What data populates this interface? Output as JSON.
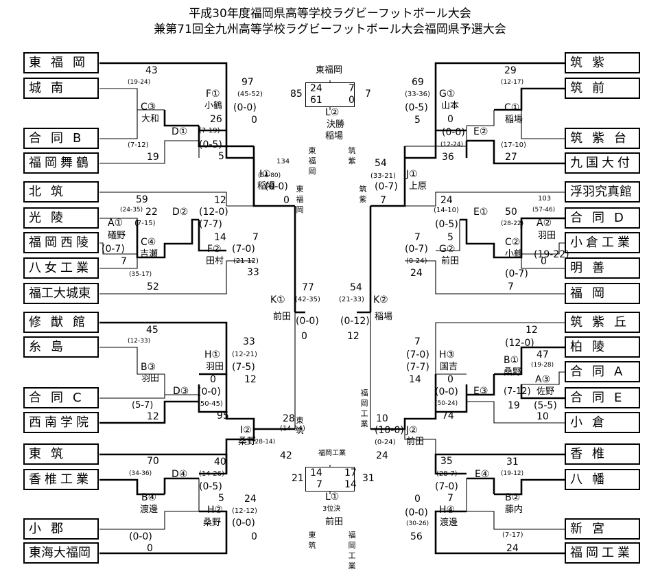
{
  "titles": {
    "line1": "平成30年度福岡県高等学校ラグビーフットボール大会",
    "line2": "兼第71回全九州高等学校ラグビーフットボール大会福岡県予選大会"
  },
  "teams": {
    "left": [
      "東福岡",
      "城南",
      "合同B",
      "福岡舞鶴",
      "北筑",
      "光陵",
      "福岡西陵",
      "八女工業",
      "福工大城東",
      "修猷館",
      "糸島",
      "合同C",
      "西南学院",
      "東筑",
      "香椎工業",
      "小郡",
      "東海大福岡"
    ],
    "right": [
      "筑紫",
      "筑前",
      "筑紫台",
      "九国大付",
      "浮羽究真館",
      "合同D",
      "小倉工業",
      "明善",
      "福岡",
      "筑紫丘",
      "柏陵",
      "合同A",
      "合同E",
      "小倉",
      "香椎",
      "八幡",
      "新宮",
      "福岡工業"
    ]
  },
  "labels": [
    {
      "id": "l1",
      "text": "43"
    },
    {
      "id": "l2",
      "text": "(19-24)"
    },
    {
      "id": "l3",
      "text": "C③"
    },
    {
      "id": "l4",
      "text": "大和"
    },
    {
      "id": "l5",
      "text": "(7-12)"
    },
    {
      "id": "l6",
      "text": "19"
    },
    {
      "id": "l7",
      "text": "97"
    },
    {
      "id": "l8",
      "text": "(45-52)"
    },
    {
      "id": "l9",
      "text": "F①"
    },
    {
      "id": "l10",
      "text": "小鶴"
    },
    {
      "id": "l11",
      "text": "(0-0)"
    },
    {
      "id": "l12",
      "text": "26"
    },
    {
      "id": "l13",
      "text": "0"
    },
    {
      "id": "l14",
      "text": "D①"
    },
    {
      "id": "l15",
      "text": "(7-19)"
    },
    {
      "id": "l16",
      "text": "(0-5)"
    },
    {
      "id": "l17",
      "text": "5"
    },
    {
      "id": "l18",
      "text": "59"
    },
    {
      "id": "l19",
      "text": "(24-35)"
    },
    {
      "id": "l20",
      "text": "A①"
    },
    {
      "id": "l21",
      "text": "礒野"
    },
    {
      "id": "l22",
      "text": "22"
    },
    {
      "id": "l23",
      "text": "(7-15)"
    },
    {
      "id": "l24",
      "text": "(0-7)"
    },
    {
      "id": "l25",
      "text": "C④"
    },
    {
      "id": "l26",
      "text": "吉瀬"
    },
    {
      "id": "l27",
      "text": "7"
    },
    {
      "id": "l28",
      "text": "(35-17)"
    },
    {
      "id": "l29",
      "text": "52"
    },
    {
      "id": "l30",
      "text": "D②"
    },
    {
      "id": "l31",
      "text": "12"
    },
    {
      "id": "l32",
      "text": "(12-0)"
    },
    {
      "id": "l33",
      "text": "(7-7)"
    },
    {
      "id": "l34",
      "text": "14"
    },
    {
      "id": "l35",
      "text": "F②"
    },
    {
      "id": "l36",
      "text": "田村"
    },
    {
      "id": "l37",
      "text": "7"
    },
    {
      "id": "l38",
      "text": "(7-0)"
    },
    {
      "id": "l39",
      "text": "(21-12)"
    },
    {
      "id": "l40",
      "text": "33"
    },
    {
      "id": "l41",
      "text": "134"
    },
    {
      "id": "l42",
      "text": "(54-80)"
    },
    {
      "id": "l43",
      "text": "I①"
    },
    {
      "id": "l44",
      "text": "稲場"
    },
    {
      "id": "l45",
      "text": "(0-0)"
    },
    {
      "id": "l46",
      "text": "0"
    },
    {
      "id": "l47",
      "text": "77"
    },
    {
      "id": "l48",
      "text": "(42-35)"
    },
    {
      "id": "l49",
      "text": "K①"
    },
    {
      "id": "l50",
      "text": "前田"
    },
    {
      "id": "l51",
      "text": "(0-0)"
    },
    {
      "id": "l52",
      "text": "0"
    },
    {
      "id": "l53",
      "text": "45"
    },
    {
      "id": "l54",
      "text": "(12-33)"
    },
    {
      "id": "l55",
      "text": "B③"
    },
    {
      "id": "l56",
      "text": "羽田"
    },
    {
      "id": "l57",
      "text": "(5-7)"
    },
    {
      "id": "l58",
      "text": "12"
    },
    {
      "id": "l59",
      "text": "33"
    },
    {
      "id": "l60",
      "text": "(12-21)"
    },
    {
      "id": "l61",
      "text": "H①"
    },
    {
      "id": "l62",
      "text": "羽田"
    },
    {
      "id": "l63",
      "text": "(7-5)"
    },
    {
      "id": "l64",
      "text": "0"
    },
    {
      "id": "l65",
      "text": "12"
    },
    {
      "id": "l66",
      "text": "D③"
    },
    {
      "id": "l67",
      "text": "(0-0)"
    },
    {
      "id": "l68",
      "text": "(50-45)"
    },
    {
      "id": "l69",
      "text": "95"
    },
    {
      "id": "l70",
      "text": "28"
    },
    {
      "id": "l71",
      "text": "I②"
    },
    {
      "id": "l72",
      "text": "桑野"
    },
    {
      "id": "l73",
      "text": "(14-14)"
    },
    {
      "id": "l74",
      "text": "(28-14)"
    },
    {
      "id": "l75",
      "text": "42"
    },
    {
      "id": "l76",
      "text": "70"
    },
    {
      "id": "l77",
      "text": "(34-36)"
    },
    {
      "id": "l78",
      "text": "D④"
    },
    {
      "id": "l79",
      "text": "B④"
    },
    {
      "id": "l80",
      "text": "渡邊"
    },
    {
      "id": "l81",
      "text": "(0-0)"
    },
    {
      "id": "l82",
      "text": "0"
    },
    {
      "id": "l83",
      "text": "40"
    },
    {
      "id": "l84",
      "text": "(14-26)"
    },
    {
      "id": "l85",
      "text": "(0-5)"
    },
    {
      "id": "l86",
      "text": "5"
    },
    {
      "id": "l87",
      "text": "24"
    },
    {
      "id": "l88",
      "text": "H②"
    },
    {
      "id": "l89",
      "text": "(12-12)"
    },
    {
      "id": "l90",
      "text": "桑野"
    },
    {
      "id": "l91",
      "text": "(0-0)"
    },
    {
      "id": "l92",
      "text": "0"
    },
    {
      "id": "l93",
      "text": "69"
    },
    {
      "id": "l94",
      "text": "(33-36)"
    },
    {
      "id": "l95",
      "text": "G①"
    },
    {
      "id": "l96",
      "text": "山本"
    },
    {
      "id": "l97",
      "text": "(0-5)"
    },
    {
      "id": "l98",
      "text": "0"
    },
    {
      "id": "l99",
      "text": "5"
    },
    {
      "id": "l100",
      "text": "(0-0)"
    },
    {
      "id": "l101",
      "text": "(12-24)"
    },
    {
      "id": "l102",
      "text": "36"
    },
    {
      "id": "l103",
      "text": "29"
    },
    {
      "id": "l104",
      "text": "(12-17)"
    },
    {
      "id": "l105",
      "text": "C①"
    },
    {
      "id": "l106",
      "text": "稲場"
    },
    {
      "id": "l107",
      "text": "E②"
    },
    {
      "id": "l108",
      "text": "(17-10)"
    },
    {
      "id": "l109",
      "text": "27"
    },
    {
      "id": "l110",
      "text": "54"
    },
    {
      "id": "l111",
      "text": "(33-21)"
    },
    {
      "id": "l112",
      "text": "J①"
    },
    {
      "id": "l113",
      "text": "上原"
    },
    {
      "id": "l114",
      "text": "(0-7)"
    },
    {
      "id": "l115",
      "text": "7"
    },
    {
      "id": "l116",
      "text": "24"
    },
    {
      "id": "l117",
      "text": "(14-10)"
    },
    {
      "id": "l118",
      "text": "E①"
    },
    {
      "id": "l119",
      "text": "(0-5)"
    },
    {
      "id": "l120",
      "text": "5"
    },
    {
      "id": "l121",
      "text": "G②"
    },
    {
      "id": "l122",
      "text": "前田"
    },
    {
      "id": "l123",
      "text": "7"
    },
    {
      "id": "l124",
      "text": "(0-7)"
    },
    {
      "id": "l125",
      "text": "(0-24)"
    },
    {
      "id": "l126",
      "text": "24"
    },
    {
      "id": "l127",
      "text": "103"
    },
    {
      "id": "l128",
      "text": "50"
    },
    {
      "id": "l129",
      "text": "(57-46)"
    },
    {
      "id": "l130",
      "text": "(28-22)"
    },
    {
      "id": "l131",
      "text": "A②"
    },
    {
      "id": "l132",
      "text": "羽田"
    },
    {
      "id": "l133",
      "text": "C②"
    },
    {
      "id": "l134",
      "text": "小鶴"
    },
    {
      "id": "l135",
      "text": "(19-22)"
    },
    {
      "id": "l136",
      "text": "0"
    },
    {
      "id": "l137",
      "text": "(0-7)"
    },
    {
      "id": "l138",
      "text": "7"
    },
    {
      "id": "l139",
      "text": "54"
    },
    {
      "id": "l140",
      "text": "(21-33)"
    },
    {
      "id": "l141",
      "text": "K②"
    },
    {
      "id": "l142",
      "text": "稲場"
    },
    {
      "id": "l143",
      "text": "(0-12)"
    },
    {
      "id": "l144",
      "text": "12"
    },
    {
      "id": "l145",
      "text": "7"
    },
    {
      "id": "l146",
      "text": "(7-0)"
    },
    {
      "id": "l147",
      "text": "H③"
    },
    {
      "id": "l148",
      "text": "国吉"
    },
    {
      "id": "l149",
      "text": "(7-7)"
    },
    {
      "id": "l150",
      "text": "0"
    },
    {
      "id": "l151",
      "text": "14"
    },
    {
      "id": "l152",
      "text": "(0-0)"
    },
    {
      "id": "l153",
      "text": "(50-24)"
    },
    {
      "id": "l154",
      "text": "74"
    },
    {
      "id": "l155",
      "text": "12"
    },
    {
      "id": "l156",
      "text": "(12-0)"
    },
    {
      "id": "l157",
      "text": "47"
    },
    {
      "id": "l158",
      "text": "(19-28)"
    },
    {
      "id": "l159",
      "text": "B①"
    },
    {
      "id": "l160",
      "text": "桑野"
    },
    {
      "id": "l161",
      "text": "A③"
    },
    {
      "id": "l162",
      "text": "佐野"
    },
    {
      "id": "l163",
      "text": "E③"
    },
    {
      "id": "l164",
      "text": "(7-12)"
    },
    {
      "id": "l165",
      "text": "19"
    },
    {
      "id": "l166",
      "text": "(5-5)"
    },
    {
      "id": "l167",
      "text": "10"
    },
    {
      "id": "l168",
      "text": "10"
    },
    {
      "id": "l169",
      "text": "(10-0)"
    },
    {
      "id": "l170",
      "text": "J②"
    },
    {
      "id": "l171",
      "text": "前田"
    },
    {
      "id": "l172",
      "text": "(0-24)"
    },
    {
      "id": "l173",
      "text": "24"
    },
    {
      "id": "l174",
      "text": "35"
    },
    {
      "id": "l175",
      "text": "(28-7)"
    },
    {
      "id": "l176",
      "text": "E④"
    },
    {
      "id": "l177",
      "text": "(7-0)"
    },
    {
      "id": "l178",
      "text": "7"
    },
    {
      "id": "l179",
      "text": "0"
    },
    {
      "id": "l180",
      "text": "H④"
    },
    {
      "id": "l181",
      "text": "渡邊"
    },
    {
      "id": "l182",
      "text": "(0-0)"
    },
    {
      "id": "l183",
      "text": "(30-26)"
    },
    {
      "id": "l184",
      "text": "56"
    },
    {
      "id": "l185",
      "text": "31"
    },
    {
      "id": "l186",
      "text": "(19-12)"
    },
    {
      "id": "l187",
      "text": "B②"
    },
    {
      "id": "l188",
      "text": "藤内"
    },
    {
      "id": "l189",
      "text": "(7-17)"
    },
    {
      "id": "l190",
      "text": "24"
    },
    {
      "id": "l191",
      "text": "85"
    },
    {
      "id": "l192",
      "text": "東福岡"
    },
    {
      "id": "l193",
      "text": "24"
    },
    {
      "id": "l194",
      "text": "7"
    },
    {
      "id": "l195",
      "text": "61"
    },
    {
      "id": "l196",
      "text": "0"
    },
    {
      "id": "l197",
      "text": "7"
    },
    {
      "id": "l198",
      "text": "L②"
    },
    {
      "id": "l199",
      "text": "決勝"
    },
    {
      "id": "l200",
      "text": "稲場"
    },
    {
      "id": "l201",
      "text": "福岡工業"
    },
    {
      "id": "l202",
      "text": "21"
    },
    {
      "id": "l203",
      "text": "14"
    },
    {
      "id": "l204",
      "text": "17"
    },
    {
      "id": "l205",
      "text": "7"
    },
    {
      "id": "l206",
      "text": "14"
    },
    {
      "id": "l207",
      "text": "31"
    },
    {
      "id": "l208",
      "text": "L①"
    },
    {
      "id": "l209",
      "text": "3位決"
    },
    {
      "id": "l210",
      "text": "前田"
    }
  ],
  "vlabels": [
    {
      "id": "v1",
      "text": "東福岡"
    },
    {
      "id": "v2",
      "text": "筑紫"
    },
    {
      "id": "v3",
      "text": "東福岡"
    },
    {
      "id": "v4",
      "text": "筑紫"
    },
    {
      "id": "v5",
      "text": "東筑"
    },
    {
      "id": "v6",
      "text": "福岡工業"
    },
    {
      "id": "v7",
      "text": "東筑"
    },
    {
      "id": "v8",
      "text": "福岡工業"
    }
  ]
}
